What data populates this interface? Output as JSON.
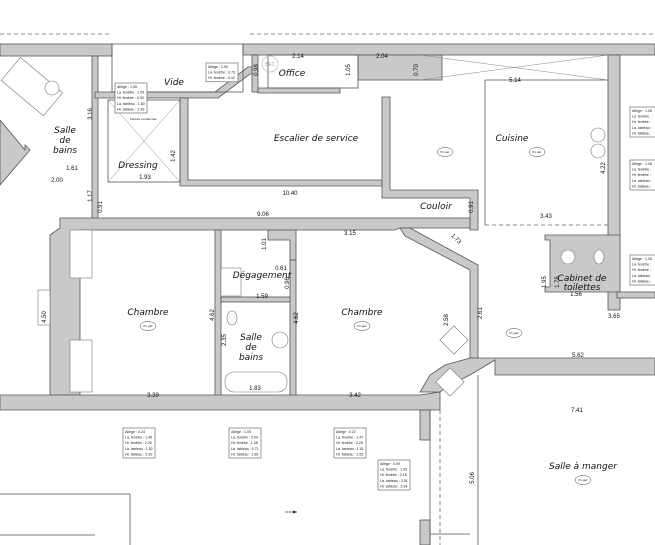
{
  "rooms": {
    "vide": "Vide",
    "office": "Office",
    "bec": "BEC",
    "salle_de_bains_1": [
      "Salle",
      "de",
      "bains"
    ],
    "dressing": "Dressing",
    "escalier": "Escalier de service",
    "cuisine": "Cuisine",
    "couloir": "Couloir",
    "chambre_1": "Chambre",
    "degagement": "Dégagement",
    "salle_de_bains_2": [
      "Salle",
      "de",
      "bains"
    ],
    "chambre_2": "Chambre",
    "cabinet": [
      "Cabinet de",
      "toilettes"
    ],
    "salle_a_manger": "Salle à manger"
  },
  "dimensions": [
    "2.14",
    "2.04",
    "0.98",
    "1.05",
    "0.70",
    "5.14",
    "3.16",
    "1.61",
    "2.00",
    "1.42",
    "1.93",
    "10.40",
    "1.17",
    "0.91",
    "9.06",
    "0.91",
    "4.22",
    "3.43",
    "1.01",
    "0.61",
    "0.96",
    "3.15",
    "1.73",
    "4.50",
    "4.62",
    "4.62",
    "1.59",
    "2.35",
    "1.83",
    "3.39",
    "3.42",
    "2.58",
    "2.61",
    "1.95",
    "1.76",
    "1.56",
    "3.65",
    "5.62",
    "7.41",
    "5.06"
  ],
  "floor_tags": [
    "Ps gaz",
    "Ps gaz",
    "Ps gaz",
    "Ps gaz",
    "Ps gaz",
    "Ps gaz"
  ],
  "windows": [
    {
      "lines": [
        "Allège : 1.06",
        "La. fenêtre : 1.05",
        "Ht. fenêtre : 0.93",
        "La. tableau : 1.60",
        "Ht. tableau : 2.43"
      ]
    },
    {
      "lines": [
        "Allège : 2.90",
        "La. fenêtre : 0.73",
        "Ht. fenêtre : 0.42"
      ]
    },
    {
      "lines": [
        "Allège : 1.08",
        "La. fenêtre :",
        "Ht. fenêtre :",
        "La. tableau :",
        "Ht. tableau :"
      ]
    },
    {
      "lines": [
        "Allège : 1.08",
        "La. fenêtre :",
        "Ht. fenêtre :",
        "La. tableau :",
        "Ht. tableau :"
      ]
    },
    {
      "lines": [
        "Allège : 1.26",
        "La. fenêtre :",
        "Ht. fenêtre :",
        "La. tableau :",
        "Ht. tableau :"
      ]
    },
    {
      "lines": [
        "Allège : 0.24",
        "La. fenêtre : 1.46",
        "Ht. fenêtre : 2.20",
        "La. tableau : 1.52",
        "Ht. tableau : 2.92"
      ]
    },
    {
      "lines": [
        "Allège : 1.05",
        "La. fenêtre : 0.09",
        "Ht. fenêtre : 1.28",
        "La. tableau : 0.71",
        "Ht. tableau : 1.86"
      ]
    },
    {
      "lines": [
        "Allège : 0.22",
        "La. fenêtre : 1.47",
        "Ht. fenêtre : 2.25",
        "La. tableau : 1.51",
        "Ht. tableau : 2.52"
      ]
    },
    {
      "lines": [
        "Allège : 0.09",
        "La. fenêtre : 1.30",
        "Ht. fenêtre : 2.15",
        "La. tableau : 3.51",
        "Ht. tableau : 3.94"
      ]
    }
  ],
  "notes": {
    "fenetre": "Fenêtre condamnée"
  }
}
